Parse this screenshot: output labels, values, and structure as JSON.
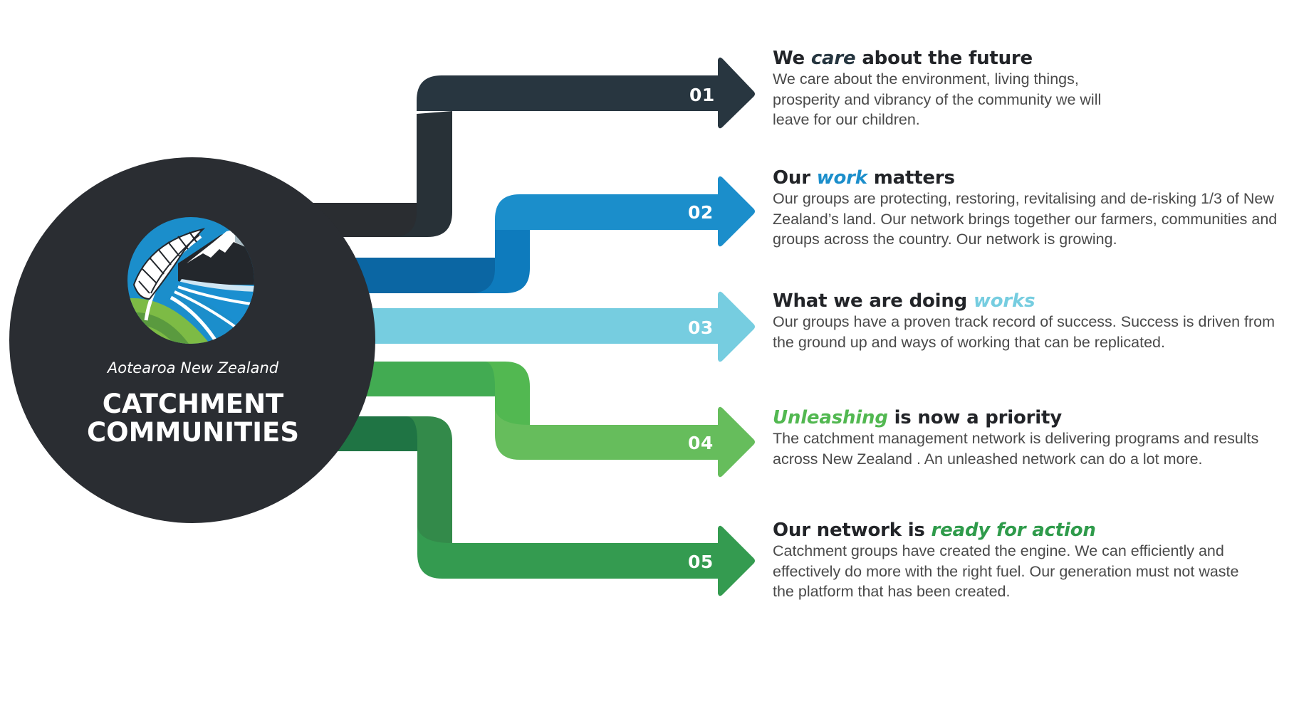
{
  "logo": {
    "subtitle": "Aotearoa New Zealand",
    "title_line1": "CATCHMENT",
    "title_line2": "COMMUNITIES",
    "icon": "fern-mountain-river-icon"
  },
  "colors": {
    "circle": "#2a2d32",
    "arrow_01": [
      "#2a2d31",
      "#283137",
      "#283640"
    ],
    "arrow_02": [
      "#0b66a3",
      "#0e7bbd",
      "#1b8ecb"
    ],
    "arrow_03": [
      "#76cde0"
    ],
    "arrow_04": [
      "#42ab52",
      "#52b851",
      "#66bd5c"
    ],
    "arrow_05": [
      "#1f7444",
      "#338a4a",
      "#349b50"
    ],
    "accent_care": "#263640",
    "accent_work": "#1b8ecb",
    "accent_works": "#76cde0",
    "accent_unleashing": "#52b851",
    "accent_action": "#2f9b4b"
  },
  "items": [
    {
      "number": "01",
      "title_before": "We ",
      "title_accent": "care",
      "title_after": " about the future",
      "body": [
        "We care about the environment, living things,",
        "prosperity and vibrancy of the community we will",
        "leave for our children."
      ]
    },
    {
      "number": "02",
      "title_before": "Our ",
      "title_accent": "work",
      "title_after": " matters",
      "body": [
        "Our groups are protecting, restoring, revitalising  and de-risking 1/3 of New",
        "Zealand’s land. Our network brings together our farmers, communities and",
        "groups across the country. Our network is growing."
      ]
    },
    {
      "number": "03",
      "title_before": "What we are doing ",
      "title_accent": "works",
      "title_after": "",
      "body": [
        "Our groups have a proven track record of success. Success is driven from",
        "the ground up and ways of working that can be  replicated."
      ]
    },
    {
      "number": "04",
      "title_before": "",
      "title_accent": "Unleashing",
      "title_after": " is now a priority",
      "body": [
        "The catchment management network is delivering programs and results",
        "across New Zealand . An unleashed network can do a lot more."
      ]
    },
    {
      "number": "05",
      "title_before": "Our network is ",
      "title_accent": "ready for action",
      "title_after": "",
      "body": [
        "Catchment groups have created the engine. We can efficiently and",
        "effectively do more with the right fuel. Our generation must not waste",
        "the platform that has been created."
      ]
    }
  ]
}
